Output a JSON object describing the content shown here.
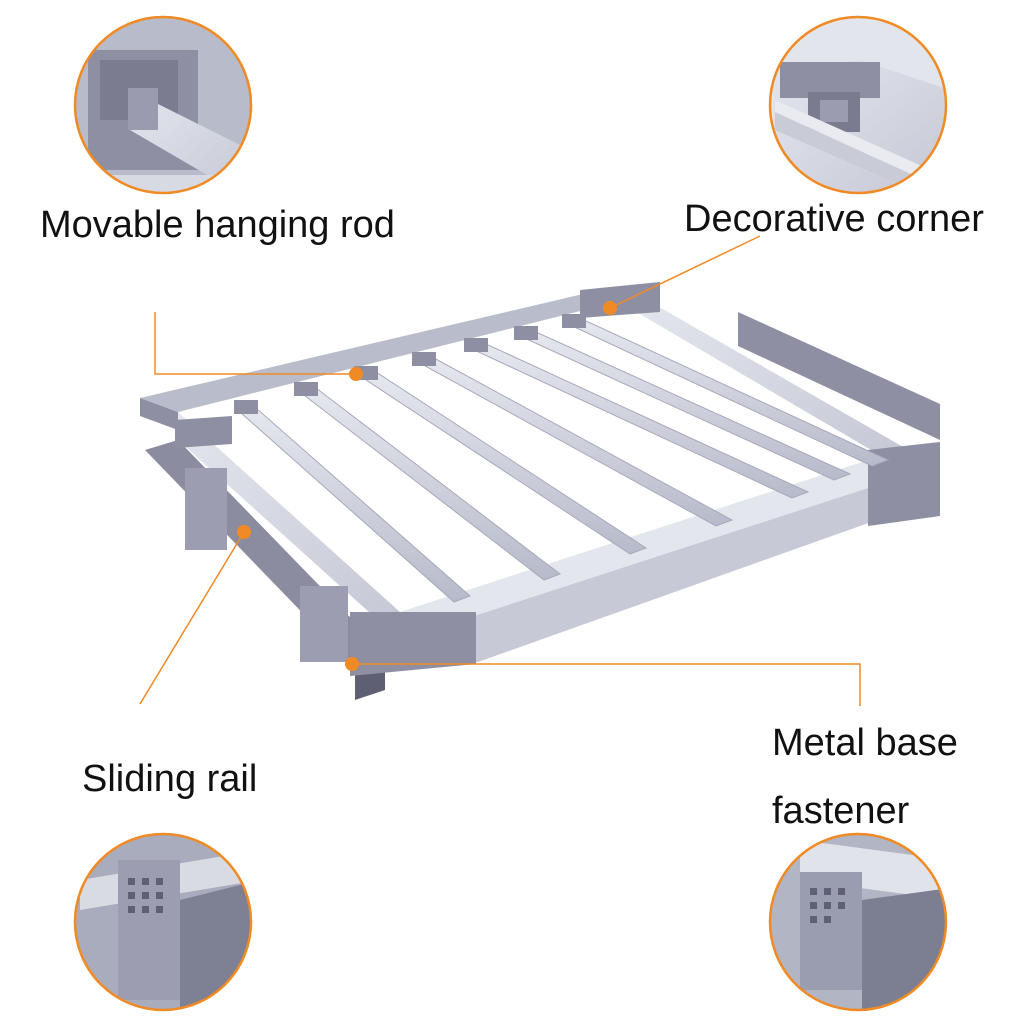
{
  "labels": {
    "movable_rod": "Movable hanging rod",
    "decorative_corner": "Decorative corner",
    "sliding_rail": "Sliding rail",
    "metal_base_line1": "Metal base",
    "metal_base_line2": "fastener"
  },
  "colors": {
    "accent": "#F08A24",
    "frame_grey": "#8E8FA3",
    "wood": "#D6D8E2",
    "wood_dark": "#B9BCCB",
    "rod": "#D3D6E0",
    "circle_border": "#F08A24"
  }
}
